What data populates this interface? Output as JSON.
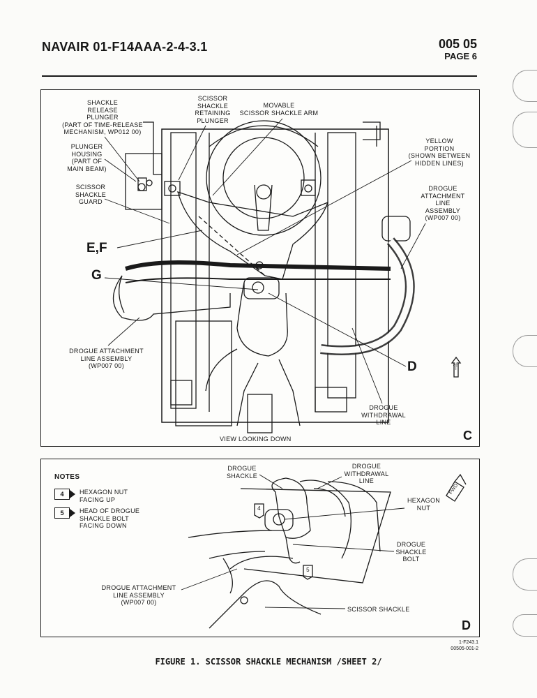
{
  "header": {
    "publication": "NAVAIR 01-F14AAA-2-4-3.1",
    "code": "005 05",
    "page": "PAGE 6"
  },
  "figure": {
    "caption": "FIGURE 1. SCISSOR SHACKLE MECHANISM /SHEET 2/",
    "id_line1": "1-F243.1",
    "id_line2": "00505-001-2"
  },
  "view_c": {
    "letter": "C",
    "view_label": "VIEW LOOKING DOWN",
    "aft_marker": "AFT",
    "callout_e_f": "E,F",
    "callout_g": "G",
    "callout_d": "D",
    "labels": {
      "release_plunger": [
        "SHACKLE",
        "RELEASE",
        "PLUNGER",
        "(PART OF TIME-RELEASE",
        "MECHANISM, WP012 00)"
      ],
      "retaining_plunger": [
        "SCISSOR",
        "SHACKLE",
        "RETAINING",
        "PLUNGER"
      ],
      "movable_arm": [
        "MOVABLE",
        "SCISSOR SHACKLE ARM"
      ],
      "yellow_portion": [
        "YELLOW",
        "PORTION",
        "(SHOWN BETWEEN",
        "HIDDEN LINES)"
      ],
      "plunger_housing": [
        "PLUNGER",
        "HOUSING",
        "(PART OF",
        "MAIN BEAM)"
      ],
      "shackle_guard": [
        "SCISSOR",
        "SHACKLE",
        "GUARD"
      ],
      "drogue_attach_right": [
        "DROGUE",
        "ATTACHMENT",
        "LINE",
        "ASSEMBLY",
        "(WP007 00)"
      ],
      "drogue_attach_left": [
        "DROGUE ATTACHMENT",
        "LINE ASSEMBLY",
        "(WP007 00)"
      ],
      "drogue_withdrawal": [
        "DROGUE",
        "WITHDRAWAL",
        "LINE"
      ]
    }
  },
  "view_d": {
    "letter": "D",
    "fwd_marker": "FWD",
    "notes_title": "NOTES",
    "notes": [
      {
        "num": "4",
        "text": [
          "HEXAGON NUT",
          "FACING UP"
        ]
      },
      {
        "num": "5",
        "text": [
          "HEAD OF DROGUE",
          "SHACKLE BOLT",
          "FACING DOWN"
        ]
      }
    ],
    "labels": {
      "drogue_shackle": [
        "DROGUE",
        "SHACKLE"
      ],
      "drogue_withdrawal": [
        "DROGUE",
        "WITHDRAWAL",
        "LINE"
      ],
      "hexagon_nut": [
        "HEXAGON",
        "NUT"
      ],
      "drogue_shackle_bolt": [
        "DROGUE",
        "SHACKLE",
        "BOLT"
      ],
      "drogue_attach": [
        "DROGUE ATTACHMENT",
        "LINE ASSEMBLY",
        "(WP007 00)"
      ],
      "scissor_shackle": "SCISSOR SHACKLE"
    },
    "callouts": [
      "4",
      "5"
    ]
  }
}
